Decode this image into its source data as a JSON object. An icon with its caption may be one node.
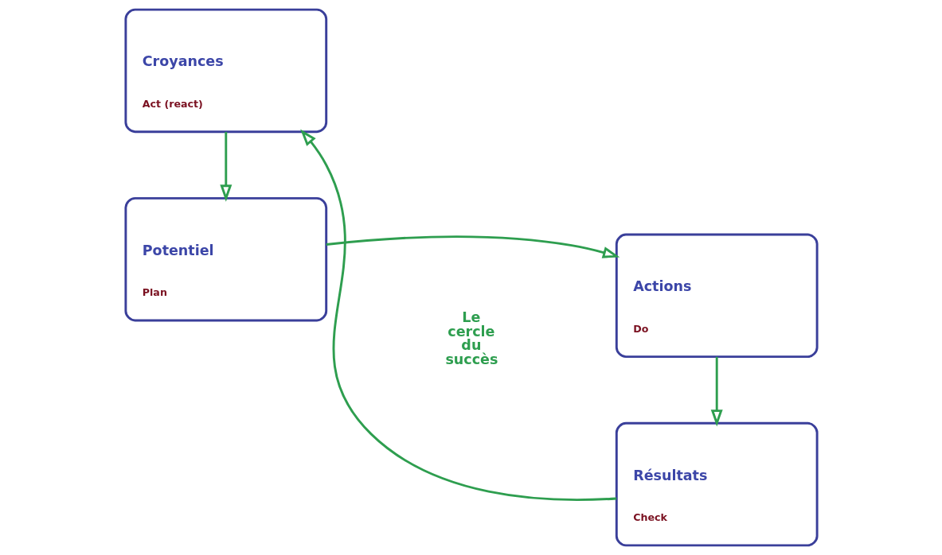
{
  "diagram": {
    "nodes": [
      {
        "text": [
          "Potentiel",
          "Plan"
        ]
      },
      {
        "text": [
          "Actions",
          "Do"
        ]
      },
      {
        "text": [
          "Résultats",
          "Check"
        ]
      },
      {
        "text": [
          "Croyances",
          "Act (react)"
        ]
      }
    ],
    "edges": [
      {
        "from": 0,
        "to": 1,
        "arrow": "to"
      },
      {
        "from": 1,
        "to": 2,
        "arrow": "to"
      },
      {
        "from": 2,
        "to": 3,
        "arrow": "to"
      },
      {
        "from": 3,
        "to": 0,
        "arrow": "to"
      }
    ],
    "labels": [
      "Le cercle du succès"
    ]
  }
}
